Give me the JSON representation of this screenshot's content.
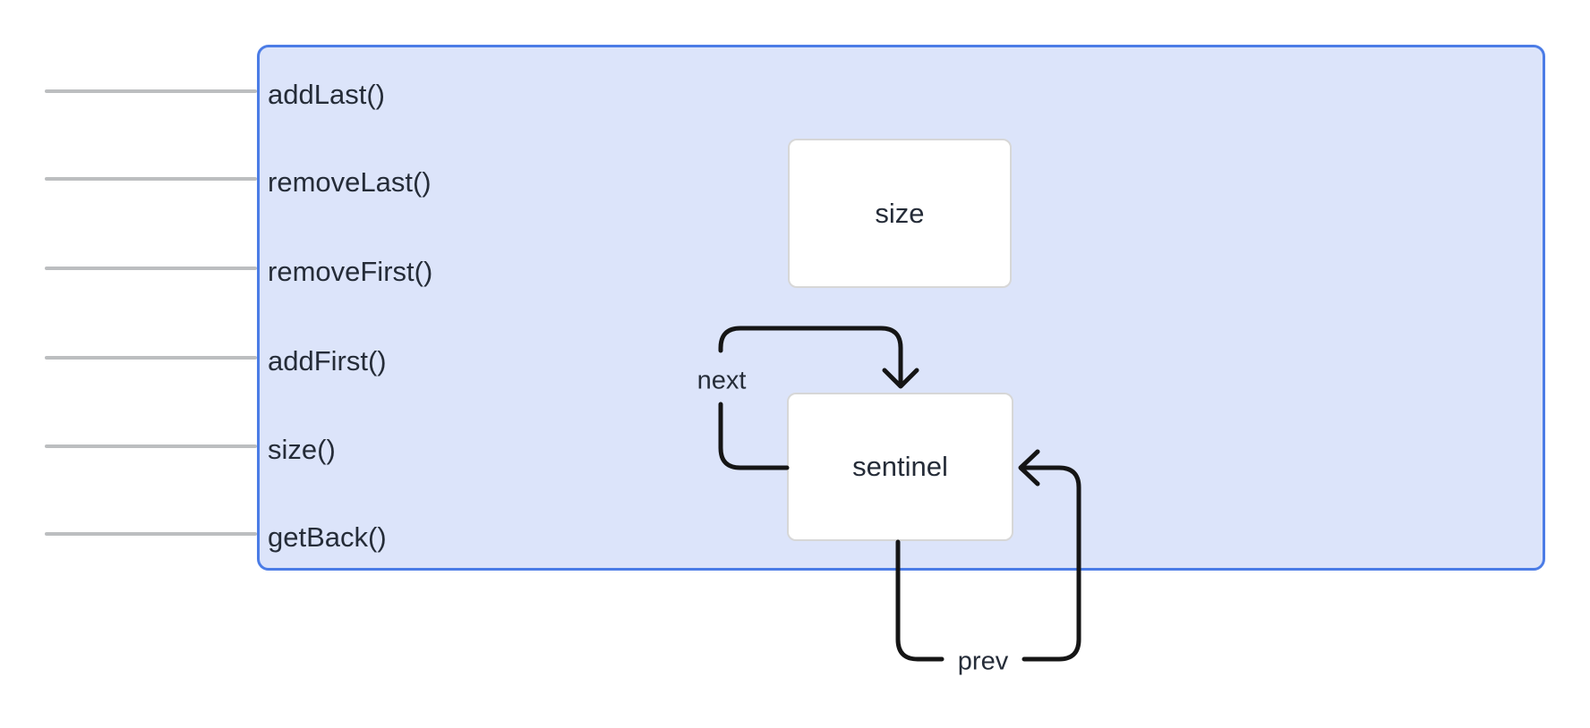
{
  "panel": {
    "fill_color": "#dce4fa",
    "border_color": "#4b7ce6"
  },
  "methods": [
    "addLast()",
    "removeLast()",
    "removeFirst()",
    "addFirst()",
    "size()",
    "getBack()"
  ],
  "nodes": {
    "size_label": "size",
    "sentinel_label": "sentinel"
  },
  "pointers": {
    "next_label": "next",
    "prev_label": "prev"
  },
  "colors": {
    "match_line_gray": "#bcbec0",
    "arrow_black": "#151515",
    "text_dark": "#252c38",
    "node_border": "#d7d7d7",
    "node_fill": "#ffffff"
  }
}
